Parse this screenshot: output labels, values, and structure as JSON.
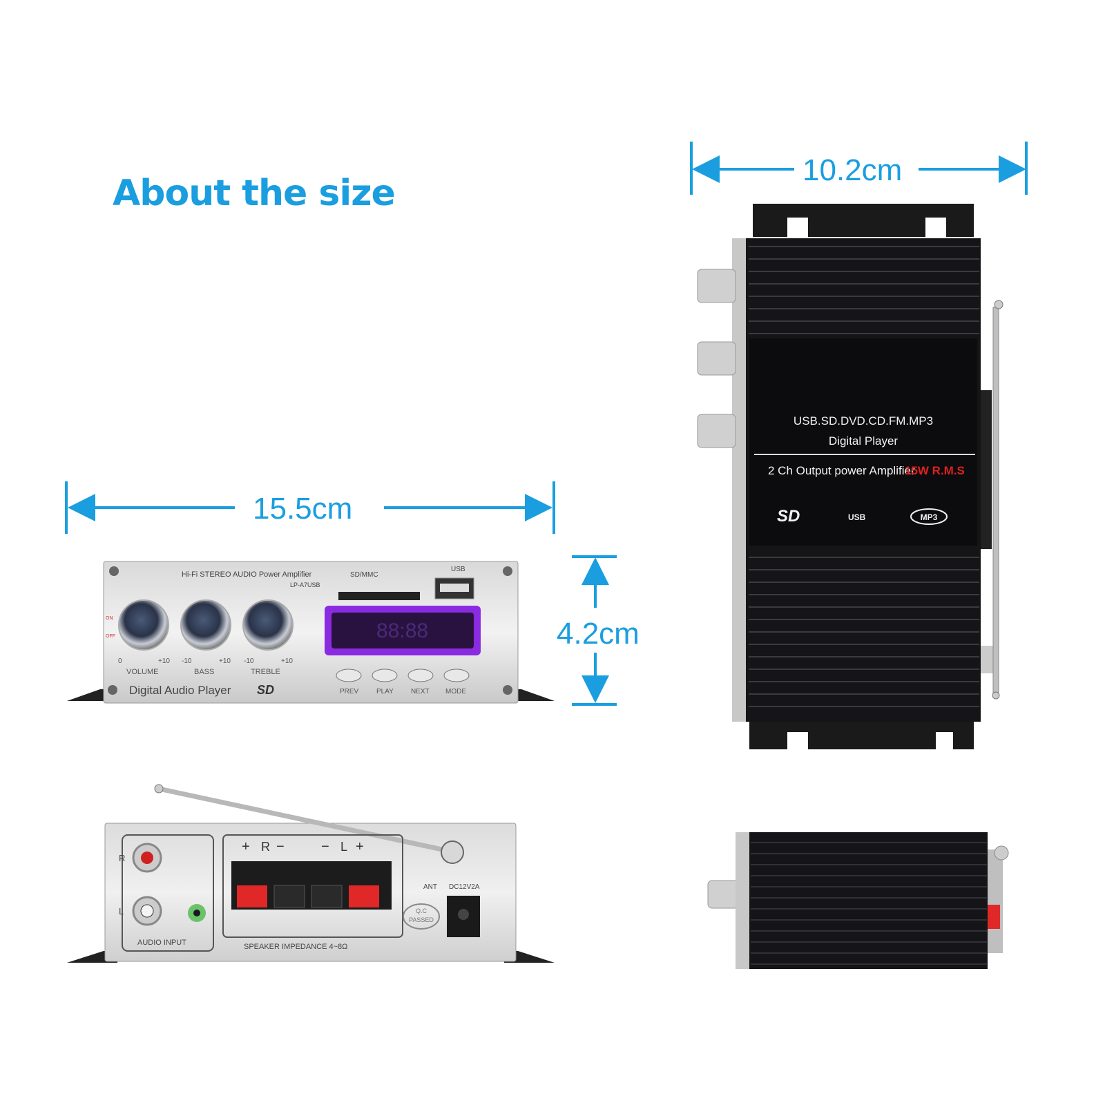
{
  "heading": "About the size",
  "dimensions": {
    "top_width": "10.2cm",
    "front_width": "15.5cm",
    "front_height": "4.2cm"
  },
  "front_panel": {
    "model_line": "Hi-Fi STEREO AUDIO Power Amplifier",
    "model_code": "LP-A7USB",
    "sd_label": "SD/MMC",
    "usb_label": "USB",
    "knob_labels": [
      "VOLUME",
      "BASS",
      "TREBLE"
    ],
    "knob_scales": [
      [
        "0",
        "+10"
      ],
      [
        "-10",
        "+10"
      ],
      [
        "-10",
        "+10"
      ]
    ],
    "switch_labels": [
      "ON",
      "OFF"
    ],
    "display_text": "88:88",
    "buttons": [
      "PREV",
      "PLAY",
      "NEXT",
      "MODE"
    ],
    "brand_text": "Digital Audio Player",
    "logo_sd": "SD"
  },
  "top_panel": {
    "line1": "USB.SD.DVD.CD.FM.MP3",
    "line2": "Digital Player",
    "line3": "2 Ch Output power Amplifier",
    "line3_highlight": "15W R.M.S",
    "logo_sd": "SD",
    "logo_usb": "USB",
    "logo_mp3": "MP3"
  },
  "back_panel": {
    "channel_r": "R",
    "channel_l": "L",
    "audio_input": "AUDIO INPUT",
    "speaker_plus": "+",
    "speaker_minus": "−",
    "speaker_r": "R",
    "speaker_l": "L",
    "impedance": "SPEAKER IMPEDANCE 4~8Ω",
    "ant": "ANT",
    "power": "DC12V2A",
    "qc_line1": "Q.C",
    "qc_line2": "PASSED"
  },
  "colors": {
    "accent": "#1a9ee0",
    "display": "#8a2be2",
    "rms_red": "#e02020"
  }
}
